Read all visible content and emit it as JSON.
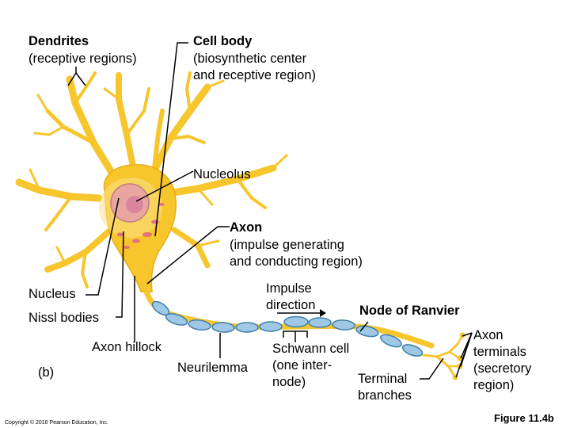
{
  "colors": {
    "neuron_fill": "#f7c52c",
    "neuron_light": "#fbe18a",
    "nucleus_fill": "#e9a6a0",
    "nucleolus_fill": "#d67fa0",
    "schwann_fill": "#9fc8e6",
    "schwann_edge": "#3f7fa8",
    "nissl": "#e4707a",
    "leader_line": "#000000"
  },
  "labels": {
    "dendrites_title": "Dendrites",
    "dendrites_sub": "(receptive regions)",
    "cell_body_title": "Cell body",
    "cell_body_sub": "(biosynthetic center\nand receptive region)",
    "nucleolus": "Nucleolus",
    "axon_title": "Axon",
    "axon_sub": "(impulse generating\nand conducting region)",
    "impulse_direction": "Impulse\ndirection",
    "node_of_ranvier": "Node of Ranvier",
    "nucleus": "Nucleus",
    "nissl_bodies": "Nissl bodies",
    "axon_hillock": "Axon hillock",
    "schwann_cell": "Schwann cell\n(one inter-\nnode)",
    "neurilemma": "Neurilemma",
    "terminal_branches": "Terminal\nbranches",
    "axon_terminals": "Axon\nterminals\n(secretory\nregion)",
    "panel_letter": "(b)",
    "copyright": "Copyright © 2010 Pearson Education, Inc.",
    "figure_number": "Figure 11.4b"
  },
  "icons": {
    "impulse_arrow": "arrow-right-icon"
  }
}
